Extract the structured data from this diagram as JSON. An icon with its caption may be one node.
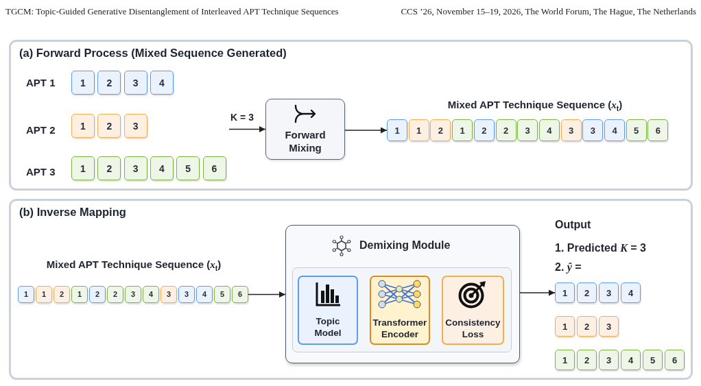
{
  "diagram": {
    "nodes": [
      {
        "text": [
          "(a) Forward Process (Mixed Sequence Generated)"
        ]
      },
      {
        "text": [
          "1"
        ],
        "in": 0
      },
      {
        "text": [
          "2"
        ],
        "in": 0
      },
      {
        "text": [
          "3"
        ],
        "in": 0
      },
      {
        "text": [
          "4"
        ],
        "in": 0
      },
      {
        "text": [
          "1"
        ],
        "in": 0
      },
      {
        "text": [
          "2"
        ],
        "in": 0
      },
      {
        "text": [
          "3"
        ],
        "in": 0
      },
      {
        "text": [
          "1"
        ],
        "in": 0
      },
      {
        "text": [
          "2"
        ],
        "in": 0
      },
      {
        "text": [
          "3"
        ],
        "in": 0
      },
      {
        "text": [
          "4"
        ],
        "in": 0
      },
      {
        "text": [
          "5"
        ],
        "in": 0
      },
      {
        "text": [
          "6"
        ],
        "in": 0
      },
      {
        "text": [
          "Forward Mixing"
        ],
        "in": 0
      },
      {
        "text": [
          "1"
        ],
        "in": 0
      },
      {
        "text": [
          "1"
        ],
        "in": 0
      },
      {
        "text": [
          "2"
        ],
        "in": 0
      },
      {
        "text": [
          "1"
        ],
        "in": 0
      },
      {
        "text": [
          "2"
        ],
        "in": 0
      },
      {
        "text": [
          "2"
        ],
        "in": 0
      },
      {
        "text": [
          "3"
        ],
        "in": 0
      },
      {
        "text": [
          "4"
        ],
        "in": 0
      },
      {
        "text": [
          "3"
        ],
        "in": 0
      },
      {
        "text": [
          "3"
        ],
        "in": 0
      },
      {
        "text": [
          "4"
        ],
        "in": 0
      },
      {
        "text": [
          "5"
        ],
        "in": 0
      },
      {
        "text": [
          "6"
        ],
        "in": 0
      },
      {
        "text": [
          "(b) Inverse Mapping"
        ]
      },
      {
        "text": [
          "1"
        ],
        "in": 28
      },
      {
        "text": [
          "1"
        ],
        "in": 28
      },
      {
        "text": [
          "2"
        ],
        "in": 28
      },
      {
        "text": [
          "1"
        ],
        "in": 28
      },
      {
        "text": [
          "2"
        ],
        "in": 28
      },
      {
        "text": [
          "2"
        ],
        "in": 28
      },
      {
        "text": [
          "3"
        ],
        "in": 28
      },
      {
        "text": [
          "4"
        ],
        "in": 28
      },
      {
        "text": [
          "3"
        ],
        "in": 28
      },
      {
        "text": [
          "3"
        ],
        "in": 28
      },
      {
        "text": [
          "4"
        ],
        "in": 28
      },
      {
        "text": [
          "5"
        ],
        "in": 28
      },
      {
        "text": [
          "6"
        ],
        "in": 28
      },
      {
        "text": [
          "Demixing Module"
        ],
        "in": 28
      },
      {
        "text": [],
        "shape": "box",
        "in": 42
      },
      {
        "text": [
          "Topic Model"
        ],
        "in": 43
      },
      {
        "text": [
          "Transformer Encoder"
        ],
        "in": 43
      },
      {
        "text": [
          "Consistency Loss"
        ],
        "in": 43
      },
      {
        "text": [
          "1"
        ],
        "in": 28
      },
      {
        "text": [
          "2"
        ],
        "in": 28
      },
      {
        "text": [
          "3"
        ],
        "in": 28
      },
      {
        "text": [
          "4"
        ],
        "in": 28
      },
      {
        "text": [
          "1"
        ],
        "in": 28
      },
      {
        "text": [
          "2"
        ],
        "in": 28
      },
      {
        "text": [
          "3"
        ],
        "in": 28
      },
      {
        "text": [
          "1"
        ],
        "in": 28
      },
      {
        "text": [
          "2"
        ],
        "in": 28
      },
      {
        "text": [
          "3"
        ],
        "in": 28
      },
      {
        "text": [
          "4"
        ],
        "in": 28
      },
      {
        "text": [
          "5"
        ],
        "in": 28
      },
      {
        "text": [
          "6"
        ],
        "in": 28
      }
    ],
    "edges": [
      {
        "from": null,
        "to": 14,
        "arrow": "to",
        "label": "K = 3"
      },
      {
        "from": 14,
        "to": 15,
        "arrow": "to"
      },
      {
        "from": 41,
        "to": 42,
        "arrow": "to"
      },
      {
        "from": 42,
        "to": 47,
        "arrow": "to"
      }
    ],
    "labels": [
      "TGCM: Topic-Guided Generative Disentanglement of Interleaved APT Technique Sequences",
      "CCS ’26, November 15–19, 2026, The World Forum, The Hague, The Netherlands",
      "APT 1",
      "APT 2",
      "APT 3",
      "Mixed APT Technique Sequence (*x*$_{t}$)",
      "Mixed APT Technique Sequence (*x*$_{t}$)",
      "Output",
      "1. Predicted *K* = 3",
      "2. *ŷ* ="
    ]
  }
}
